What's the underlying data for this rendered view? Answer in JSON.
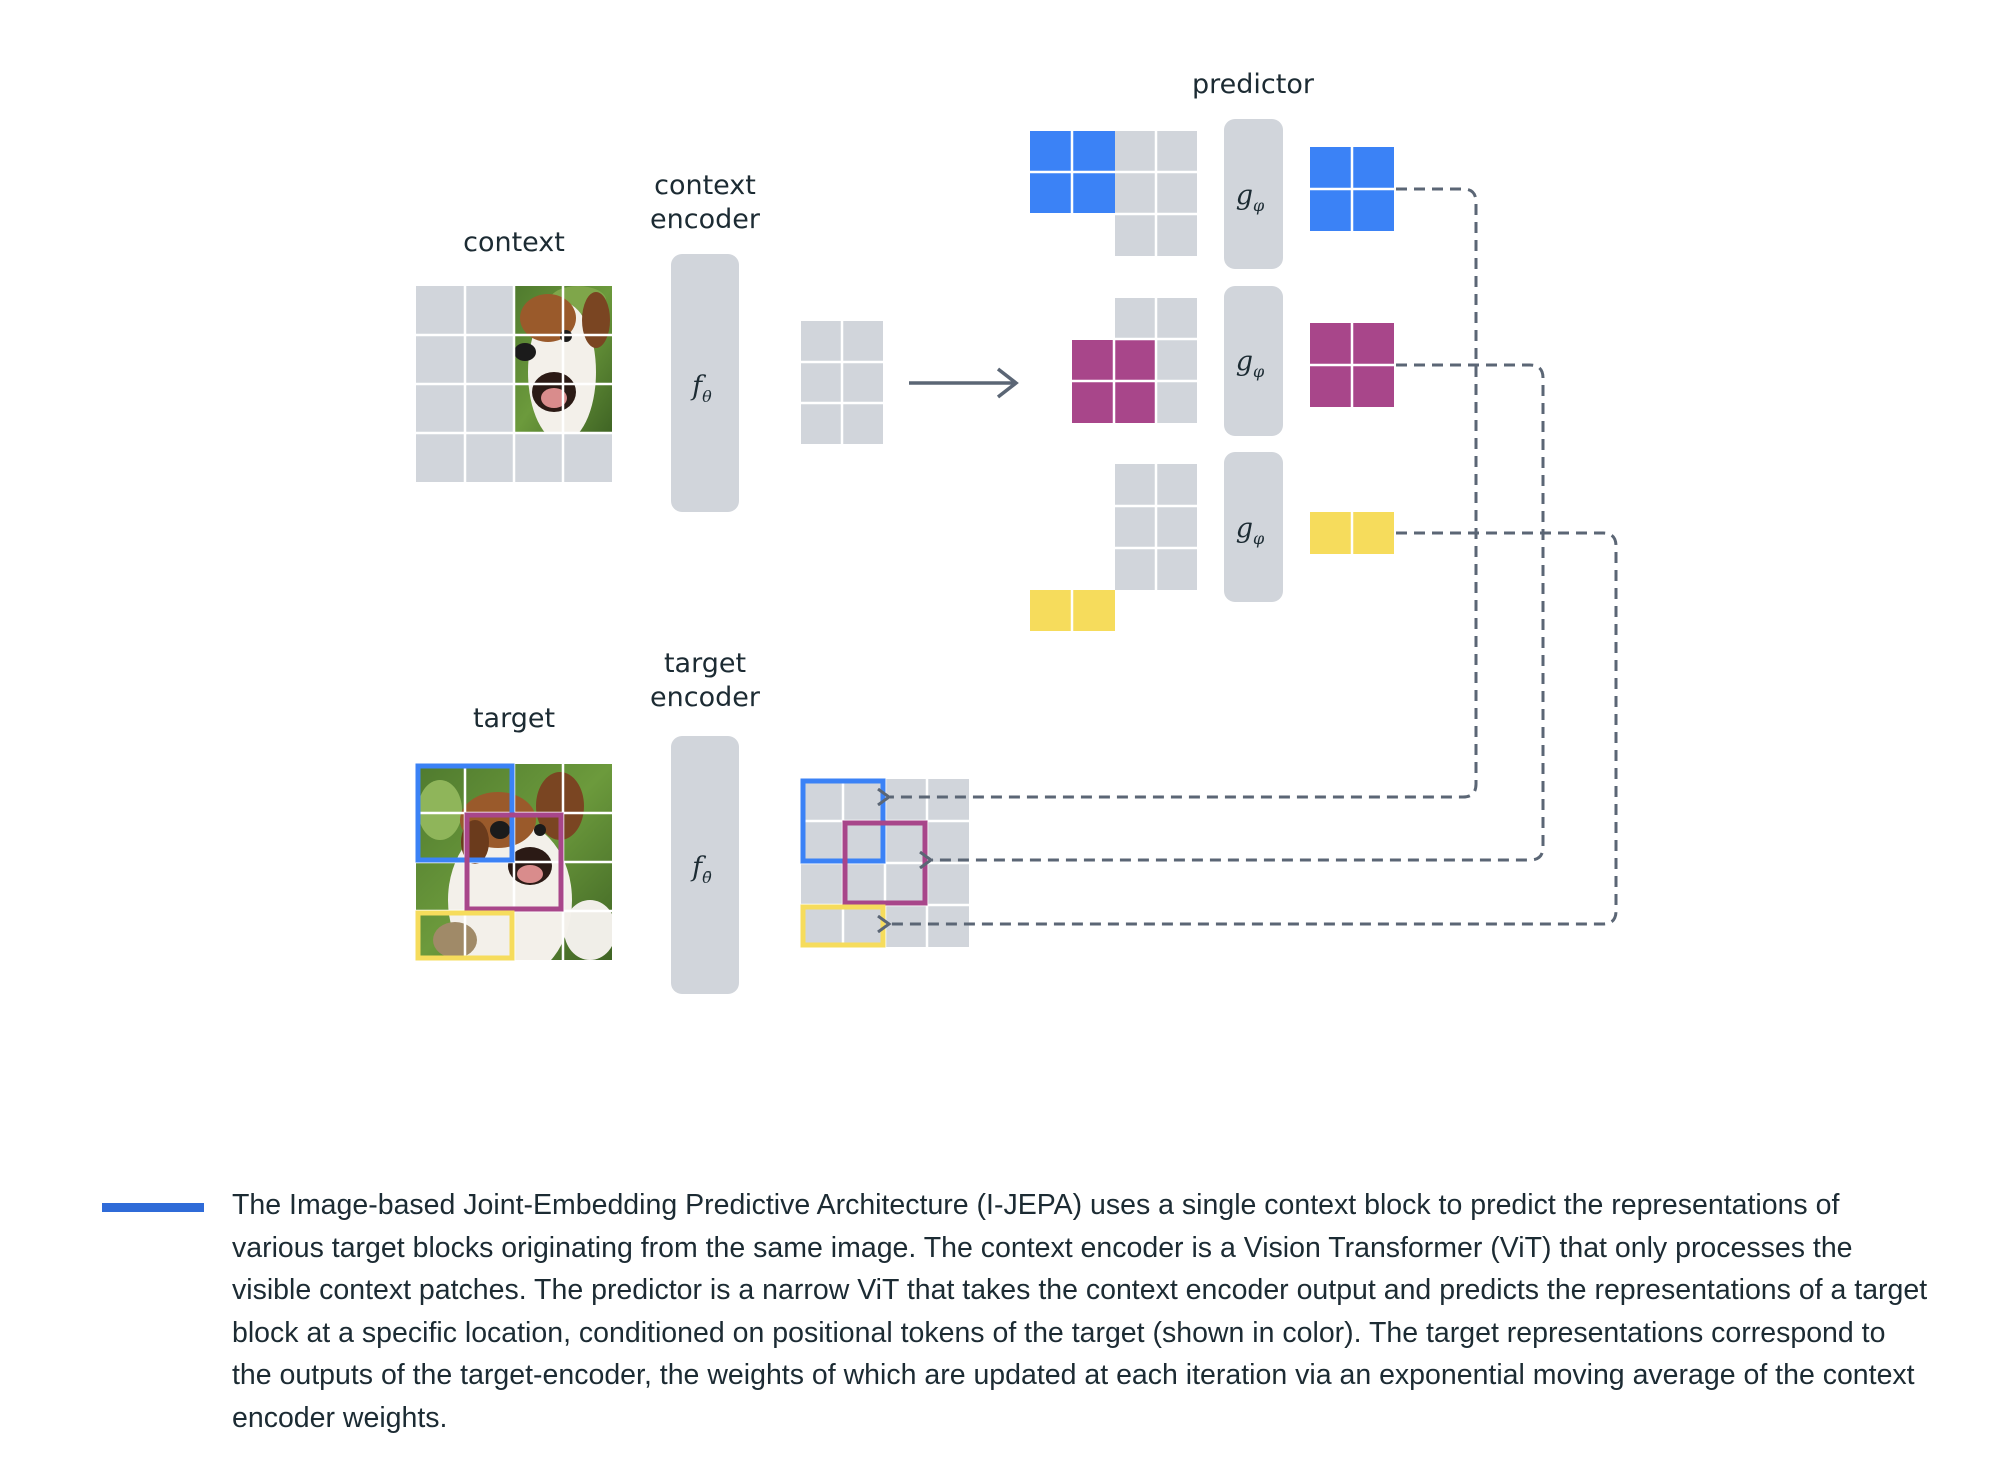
{
  "labels": {
    "context": "context",
    "context_encoder_line1": "context",
    "context_encoder_line2": "encoder",
    "predictor": "predictor",
    "target": "target",
    "target_encoder_line1": "target",
    "target_encoder_line2": "encoder"
  },
  "functions": {
    "context_encoder": {
      "base": "f",
      "sub": "θ"
    },
    "target_encoder": {
      "base": "f",
      "sub": "θ̄"
    },
    "predictor": {
      "base": "g",
      "sub": "φ"
    }
  },
  "colors": {
    "blue": "#3b82f6",
    "magenta": "#a8468a",
    "yellow": "#f6dc5c",
    "patch_gray": "#d1d5db",
    "encoder_gray": "#d1d5db",
    "arrow": "#5b6675",
    "accent_rule": "#2f6bd8",
    "text": "#1c2b33"
  },
  "caption": "The Image-based Joint-Embedding Predictive Architecture (I-JEPA) uses a single context block to predict the representations of various target blocks originating from the same image. The context encoder is a Vision Transformer (ViT) that only processes the visible context patches. The predictor is a narrow ViT that takes the context encoder output and predicts the representations of a target block at a specific location, conditioned on positional tokens of the target (shown in color). The target representations correspond to the outputs of the target-encoder, the weights of which are updated at each iteration via an exponential moving average of the context encoder weights."
}
